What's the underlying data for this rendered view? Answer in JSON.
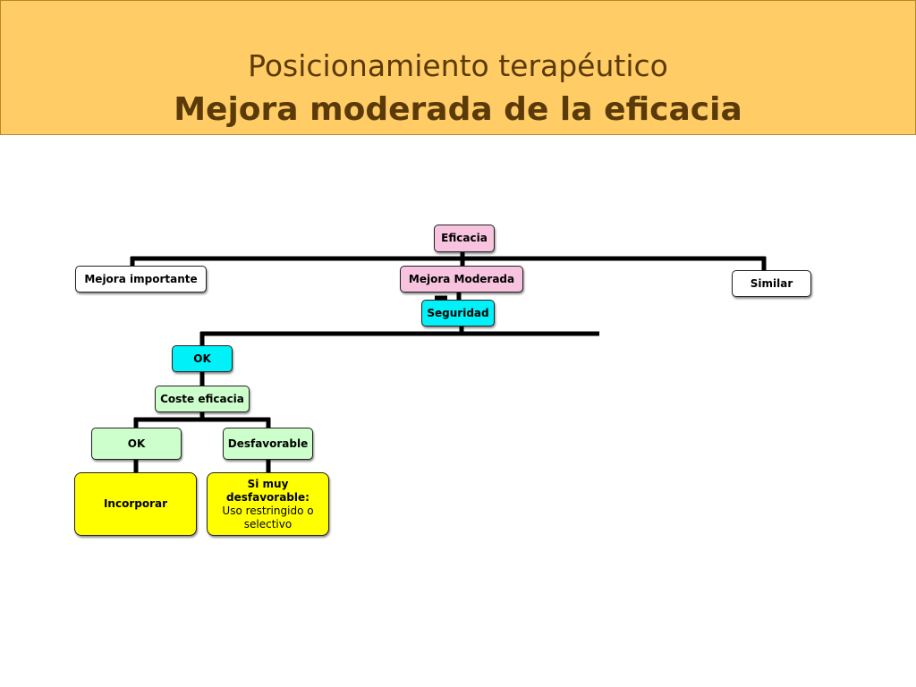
{
  "slide": {
    "title_line1": "Posicionamiento terapéutico",
    "title_line2": "Mejora moderada de la eficacia",
    "colors": {
      "banner": "#ffcc66",
      "root_node": "#f7c3df",
      "safety_nodes": "#00f2f8",
      "cost_nodes": "#ccffcc",
      "outcome_nodes": "#ffff00"
    }
  },
  "tree": {
    "root": "Eficacia",
    "level1": {
      "important": "Mejora importante",
      "moderate": "Mejora Moderada",
      "similar": "Similar"
    },
    "safety": "Seguridad",
    "safety_ok": "OK",
    "cost": "Coste eficacia",
    "cost_ok": "OK",
    "cost_unfavorable": "Desfavorable",
    "incorporate": "Incorporar",
    "restricted_bold": "Si muy desfavorable:",
    "restricted_normal": "Uso restringido o selectivo"
  }
}
